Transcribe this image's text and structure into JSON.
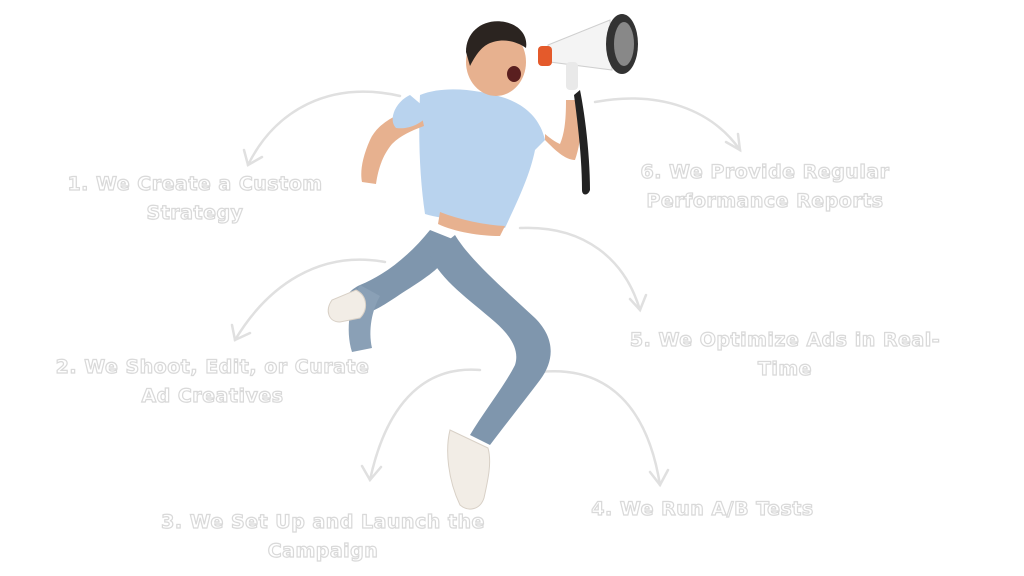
{
  "steps": [
    {
      "number": "1.",
      "line1": "We Create a Custom",
      "line2": "Strategy"
    },
    {
      "number": "2.",
      "line1": "We Shoot, Edit, or Curate",
      "line2": "Ad Creatives"
    },
    {
      "number": "3.",
      "line1": "We Set Up and Launch the",
      "line2": "Campaign"
    },
    {
      "number": "4.",
      "line1": "We Run A/B Tests",
      "line2": ""
    },
    {
      "number": "5.",
      "line1": "We Optimize Ads in Real-",
      "line2": "Time"
    },
    {
      "number": "6.",
      "line1": "We Provide Regular",
      "line2": "Performance Reports"
    }
  ],
  "colors": {
    "background": "#ffffff",
    "text_outline": "#d9d9d9",
    "arrow": "#e0e0e0",
    "shirt": "#b9d3ee",
    "jeans": "#7f96ad",
    "skin": "#e7b18f",
    "hair": "#2b2420",
    "megaphone_body": "#f4f4f4",
    "megaphone_accent": "#e45a2b"
  },
  "subject": {
    "icon": "man-jumping-with-megaphone-icon"
  }
}
